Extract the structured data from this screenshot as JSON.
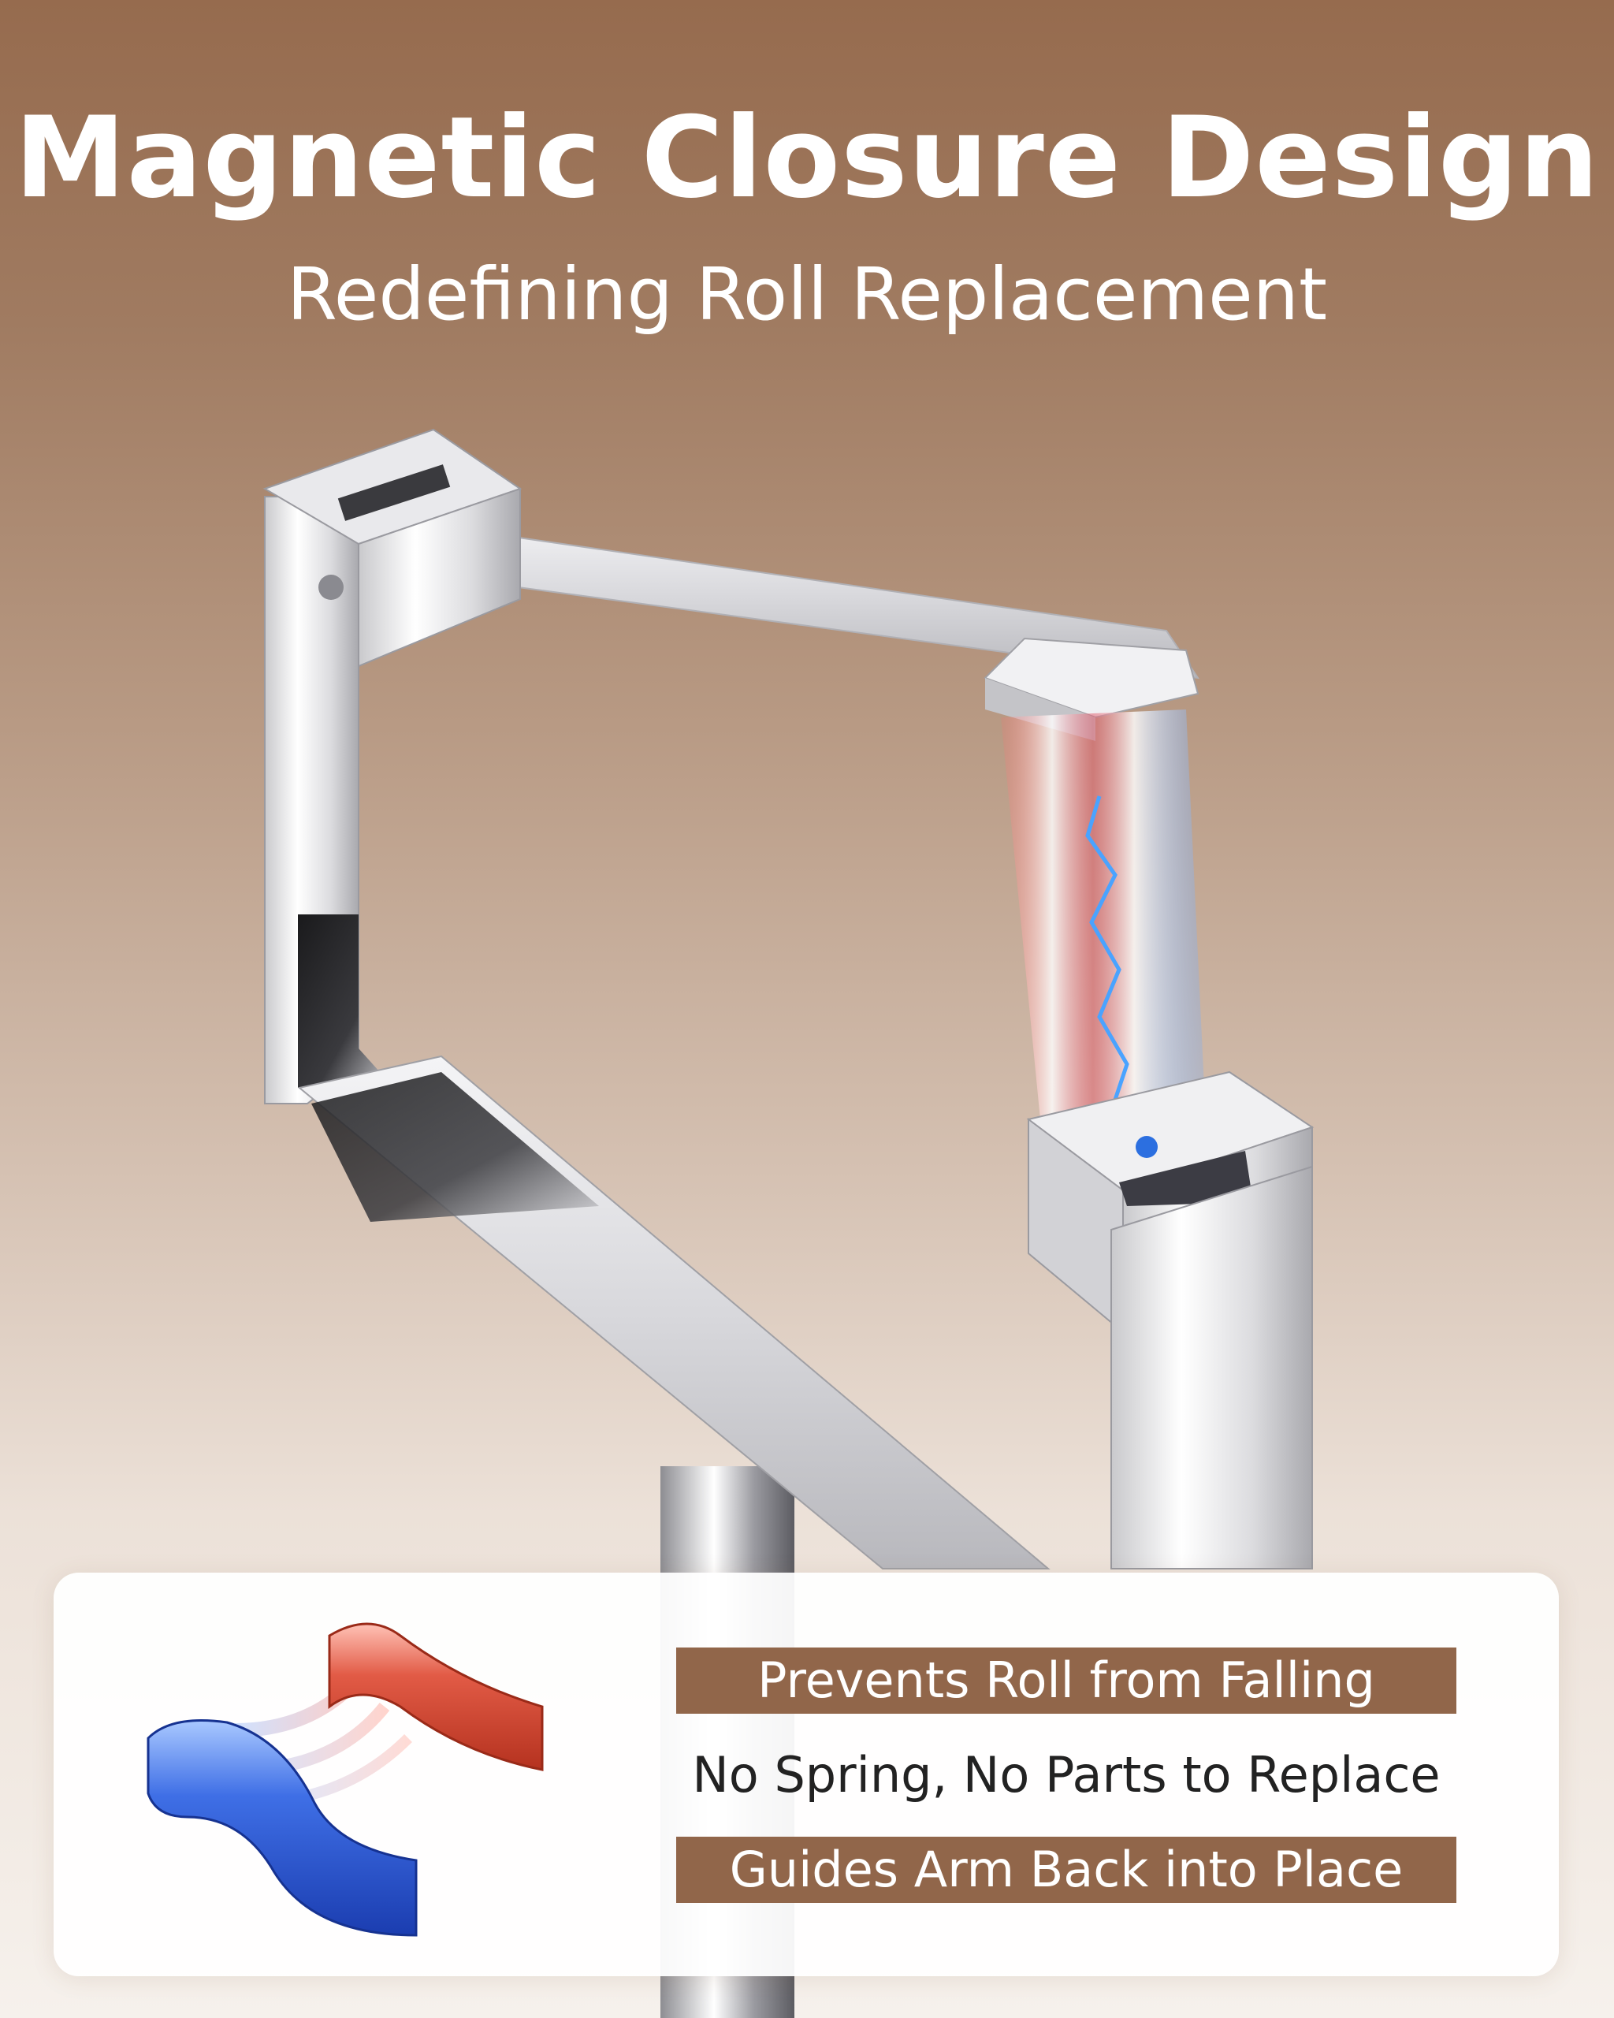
{
  "header": {
    "title": "Magnetic Closure Design",
    "subtitle": "Redefining Roll Replacement"
  },
  "features": [
    {
      "text": "Prevents Roll from Falling",
      "highlighted": true
    },
    {
      "text": "No Spring, No Parts to Replace",
      "highlighted": false
    },
    {
      "text": "Guides Arm Back into Place",
      "highlighted": true
    }
  ],
  "colors": {
    "background_top": "#966b4e",
    "background_bottom": "#f6f1ec",
    "highlight_band": "#91664a",
    "magnet_red": "#d9523e",
    "magnet_blue": "#2f57d6",
    "title_text": "#ffffff"
  },
  "images": {
    "product": "chrome-toilet-paper-holder-illustration",
    "magnets": "red-blue-magnet-pair-illustration"
  }
}
